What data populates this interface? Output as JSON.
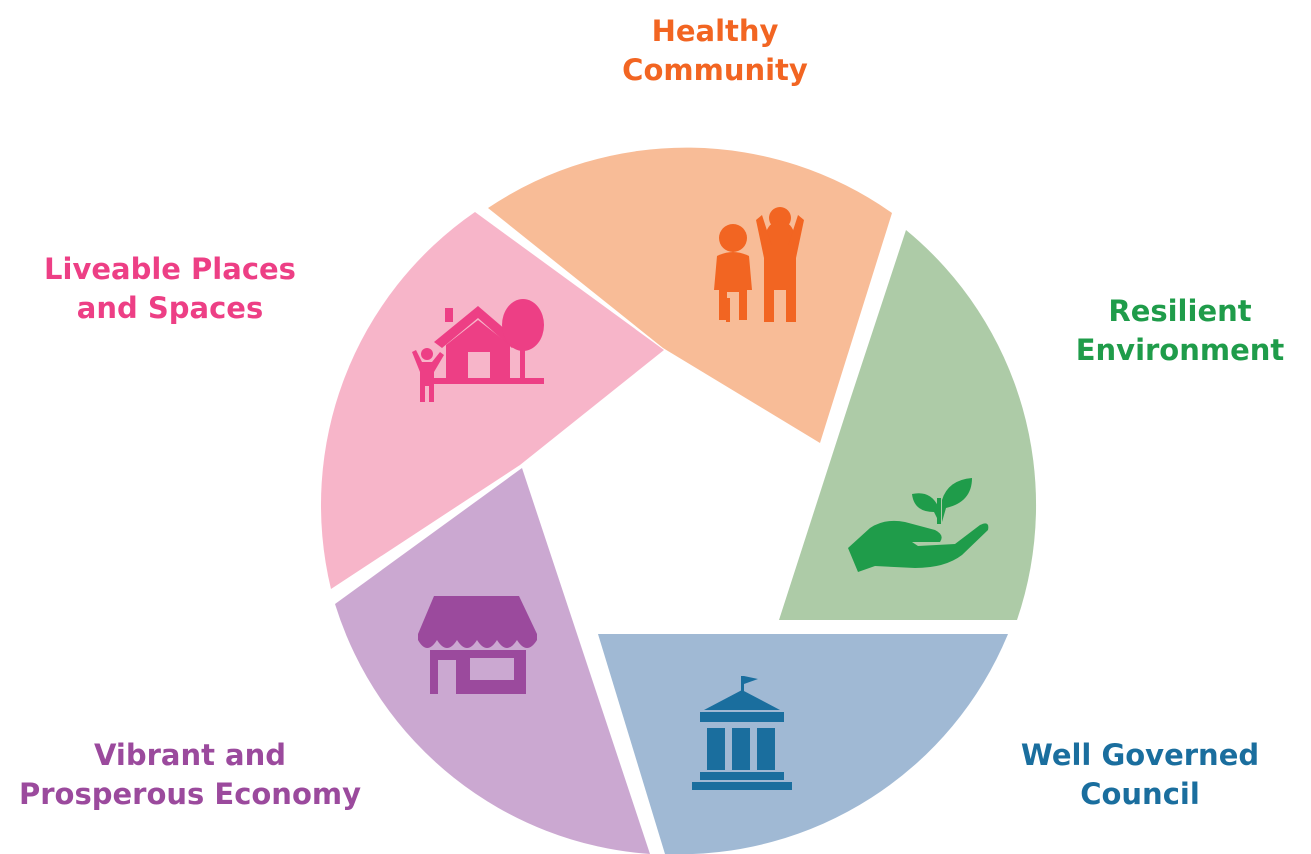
{
  "colors": {
    "healthy_community": "#f26522",
    "healthy_community_fill": "#f8bc97",
    "resilient_environment": "#1f9c4a",
    "resilient_environment_fill": "#adcba7",
    "well_governed_council": "#1a6e9e",
    "well_governed_council_fill": "#a0b9d4",
    "vibrant_economy": "#9b4a9d",
    "vibrant_economy_fill": "#cba8d1",
    "liveable_places": "#ed3f85",
    "liveable_places_fill": "#f7b5c9"
  },
  "segments": [
    {
      "id": "healthy_community",
      "label_lines": [
        "Healthy",
        "Community"
      ],
      "icon": "family-icon"
    },
    {
      "id": "resilient_environment",
      "label_lines": [
        "Resilient",
        "Environment"
      ],
      "icon": "hand-with-sprout-icon"
    },
    {
      "id": "well_governed_council",
      "label_lines": [
        "Well Governed",
        "Council"
      ],
      "icon": "government-building-icon"
    },
    {
      "id": "vibrant_economy",
      "label_lines": [
        "Vibrant and",
        "Prosperous Economy"
      ],
      "icon": "shop-storefront-icon"
    },
    {
      "id": "liveable_places",
      "label_lines": [
        "Liveable Places",
        "and Spaces"
      ],
      "icon": "house-tree-person-icon"
    }
  ]
}
